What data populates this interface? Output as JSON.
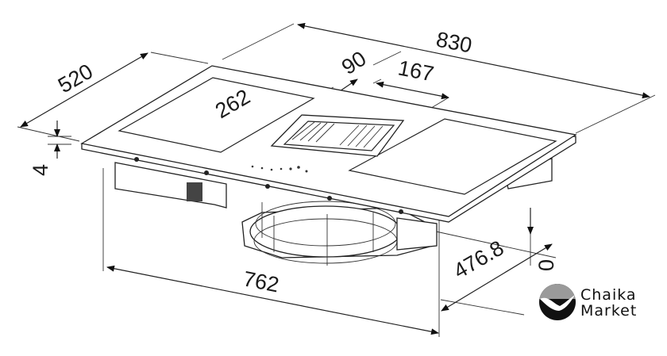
{
  "dimensions": {
    "overall_width": "830",
    "overall_depth": "520",
    "vent_depth": "90",
    "zone_width": "167",
    "zone_depth": "262",
    "thickness": "4",
    "cutout_width": "762",
    "cutout_depth": "476.8",
    "edge_offset": "0"
  },
  "logo": {
    "line1": "Chaika",
    "line2": "Market",
    "colors": {
      "dark": "#111111",
      "grey": "#9a9a9a"
    }
  }
}
